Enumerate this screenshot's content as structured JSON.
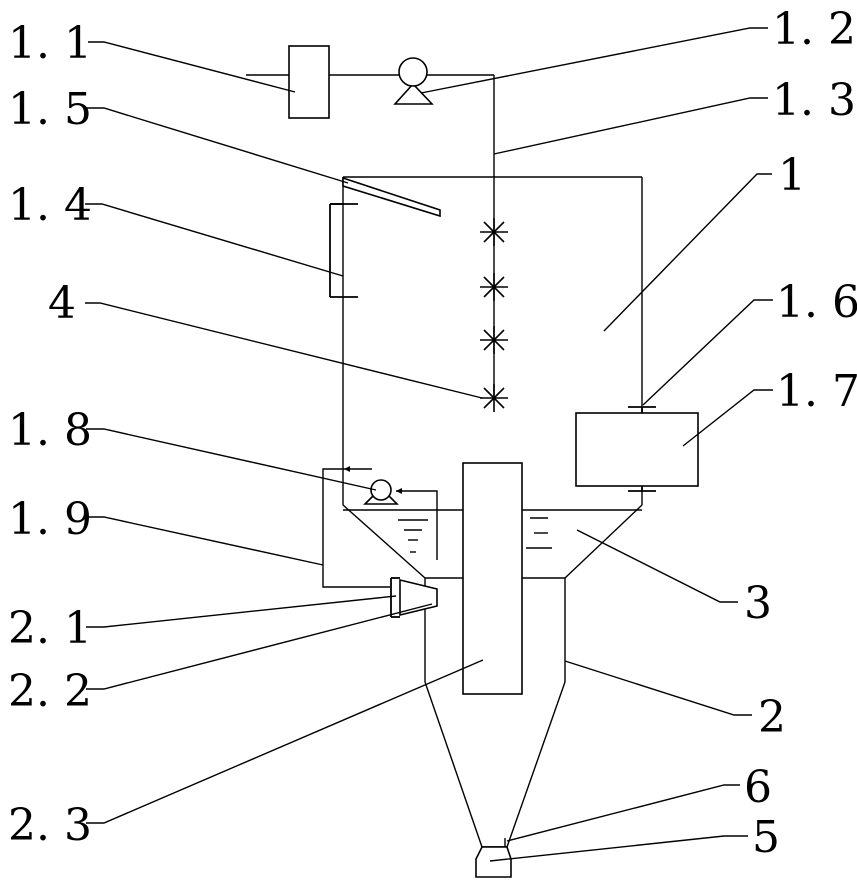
{
  "labels": {
    "l1_1": "1. 1",
    "l1_2": "1. 2",
    "l1_3": "1. 3",
    "l1_5": "1. 5",
    "l1_4": "1. 4",
    "l1": "1",
    "l4": "4",
    "l1_6": "1. 6",
    "l1_7": "1. 7",
    "l1_8": "1. 8",
    "l1_9": "1. 9",
    "l3": "3",
    "l2_1": "2. 1",
    "l2_2": "2. 2",
    "l2": "2",
    "l6": "6",
    "l5": "5",
    "l2_3": "2. 3"
  }
}
